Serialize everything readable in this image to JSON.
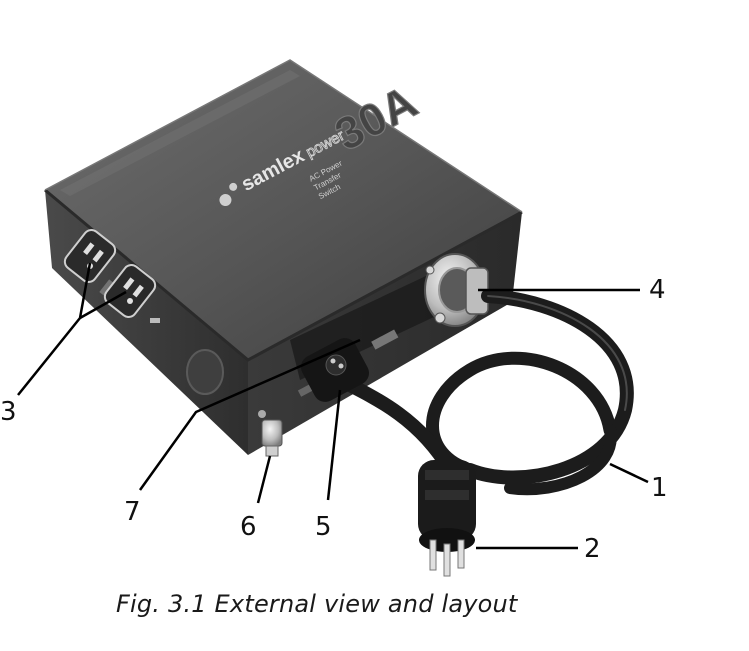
{
  "figure": {
    "caption": "Fig. 3.1  External view and layout",
    "device": {
      "brand_text": "samlex",
      "brand_suffix_text": "power",
      "rating_text": "30A",
      "small_label_lines": [
        "AC Power",
        "Transfer",
        "Switch"
      ]
    },
    "callouts": [
      "1",
      "2",
      "3",
      "4",
      "5",
      "6",
      "7"
    ]
  },
  "colors": {
    "box_top": "#5a5a5a",
    "box_front": "#333333",
    "box_side": "#262626",
    "cord": "#1c1c1c",
    "leader_line": "#000000"
  }
}
